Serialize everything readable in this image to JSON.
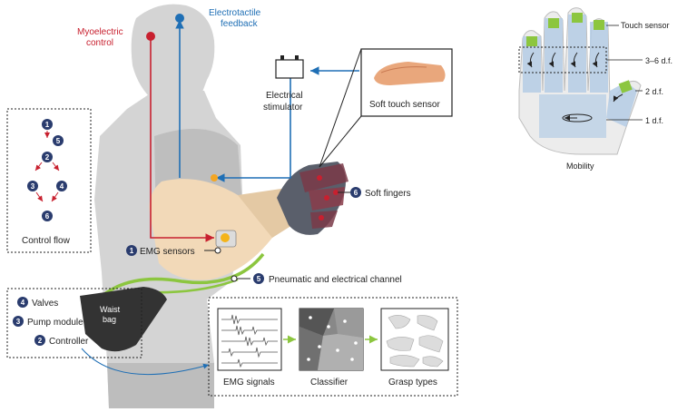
{
  "colors": {
    "body": "#d4d4d4",
    "body_shadow": "#bdbdbd",
    "skin": "#f2d9b8",
    "myoelectric_red": "#c8202f",
    "feedback_blue": "#1f6fb5",
    "channel_green": "#8cc63f",
    "badge_navy": "#2a3c6e",
    "hand_grey": "#ececec",
    "finger_blue": "#b5cde6",
    "sensor_green": "#8cc63f",
    "waist_bag": "#333333"
  },
  "labels": {
    "myoelectric_control": [
      "Myoelectric",
      "control"
    ],
    "electrotactile_feedback": [
      "Electrotactile",
      "feedback"
    ],
    "electrical_stimulator": [
      "Electrical",
      "stimulator"
    ],
    "soft_touch_sensor": "Soft touch sensor",
    "soft_fingers": "Soft fingers",
    "emg_sensors": "EMG sensors",
    "pneumatic_channel": "Pneumatic and electrical channel",
    "waist_bag": [
      "Waist",
      "bag"
    ]
  },
  "numbers": {
    "emg": "1",
    "controller": "2",
    "pump": "3",
    "valves": "4",
    "channel": "5",
    "fingers": "6"
  },
  "control_flow": {
    "title": "Control flow",
    "steps": [
      "1",
      "5",
      "2",
      "3",
      "4",
      "6"
    ]
  },
  "components_box": {
    "items": [
      {
        "num": "4",
        "label": "Valves"
      },
      {
        "num": "3",
        "label": "Pump module"
      },
      {
        "num": "2",
        "label": "Controller"
      }
    ]
  },
  "pipeline": {
    "stages": [
      "EMG signals",
      "Classifier",
      "Grasp types"
    ]
  },
  "mobility": {
    "title": "Mobility",
    "touch_sensor": "Touch sensor",
    "dof_fingers": "3–6 d.f.",
    "dof_thumb": "2 d.f.",
    "dof_palm": "1 d.f."
  }
}
